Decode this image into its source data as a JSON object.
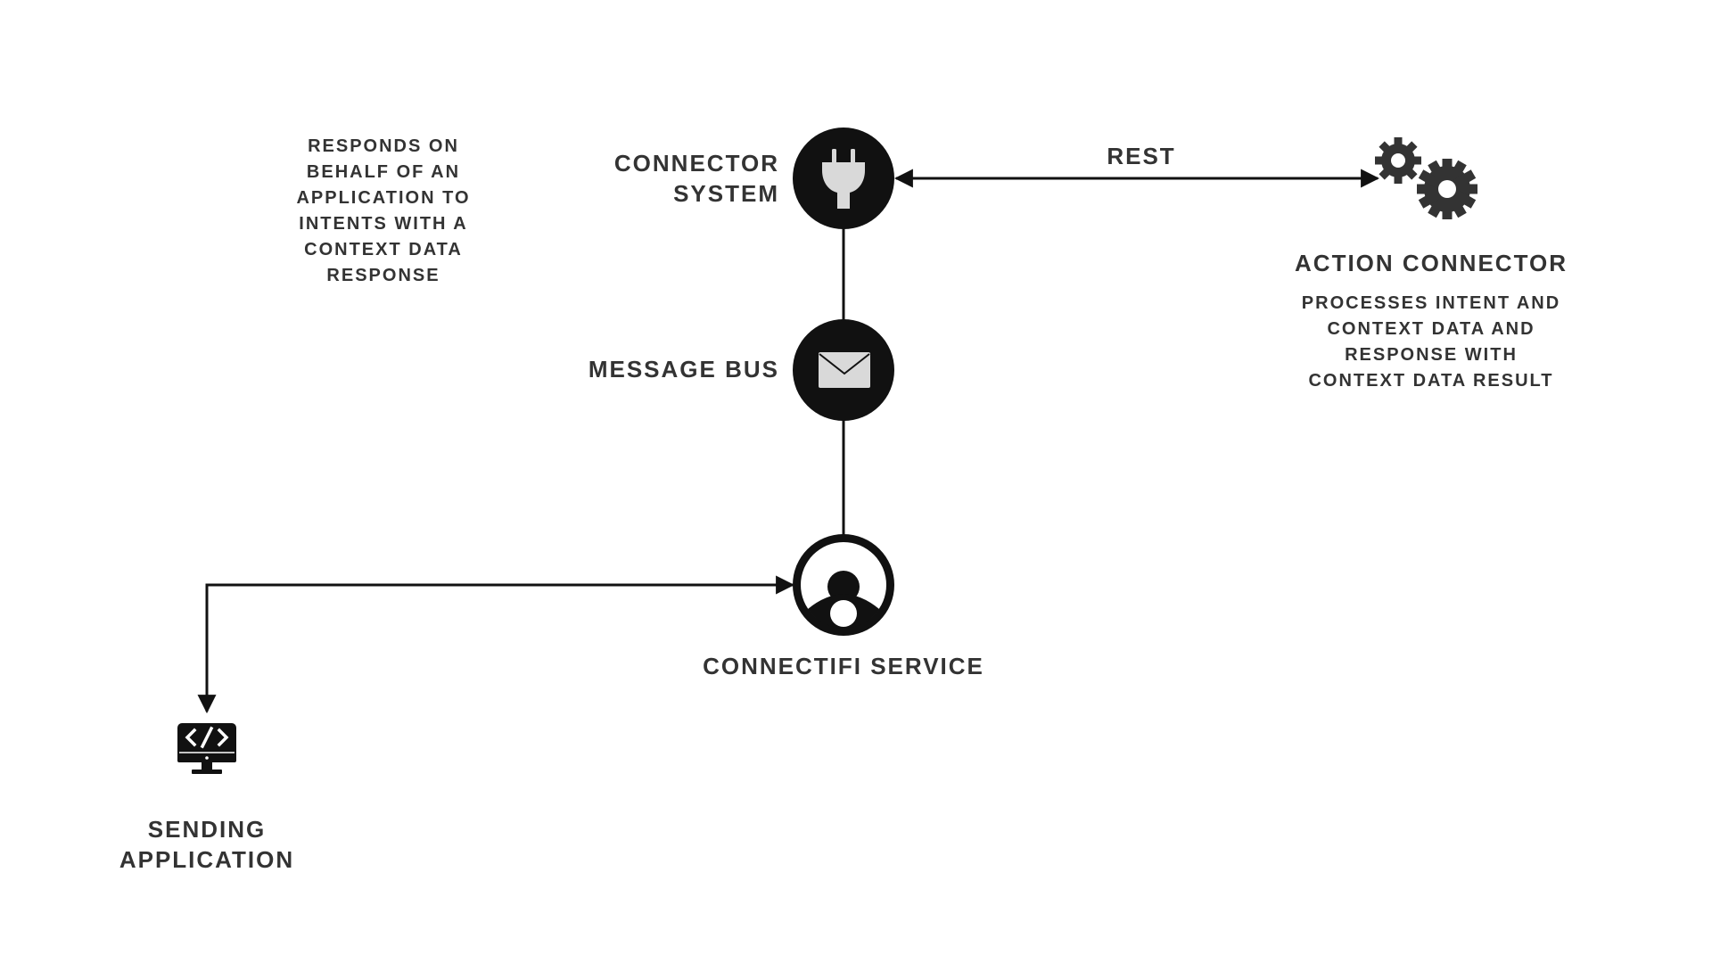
{
  "nodes": {
    "connector_system": {
      "title_line1": "CONNECTOR",
      "title_line2": "SYSTEM",
      "icon": "plug-icon",
      "description_lines": [
        "RESPONDS ON",
        "BEHALF OF AN",
        "APPLICATION TO",
        "INTENTS WITH A",
        "CONTEXT DATA",
        "RESPONSE"
      ]
    },
    "message_bus": {
      "title": "MESSAGE BUS",
      "icon": "envelope-icon"
    },
    "connectifi_service": {
      "title": "CONNECTIFI SERVICE",
      "icon": "connectifi-logo-icon"
    },
    "action_connector": {
      "title": "ACTION CONNECTOR",
      "icon": "gears-icon",
      "description_lines": [
        "PROCESSES INTENT AND",
        "CONTEXT DATA AND",
        "RESPONSE WITH",
        "CONTEXT DATA RESULT"
      ]
    },
    "sending_application": {
      "title_line1": "SENDING",
      "title_line2": "APPLICATION",
      "icon": "code-monitor-icon"
    }
  },
  "edges": {
    "rest": {
      "label": "REST"
    }
  },
  "colors": {
    "node_fill": "#111111",
    "text": "#333333",
    "icon_light": "#d9d9d9",
    "gear": "#333333",
    "line": "#111111"
  }
}
